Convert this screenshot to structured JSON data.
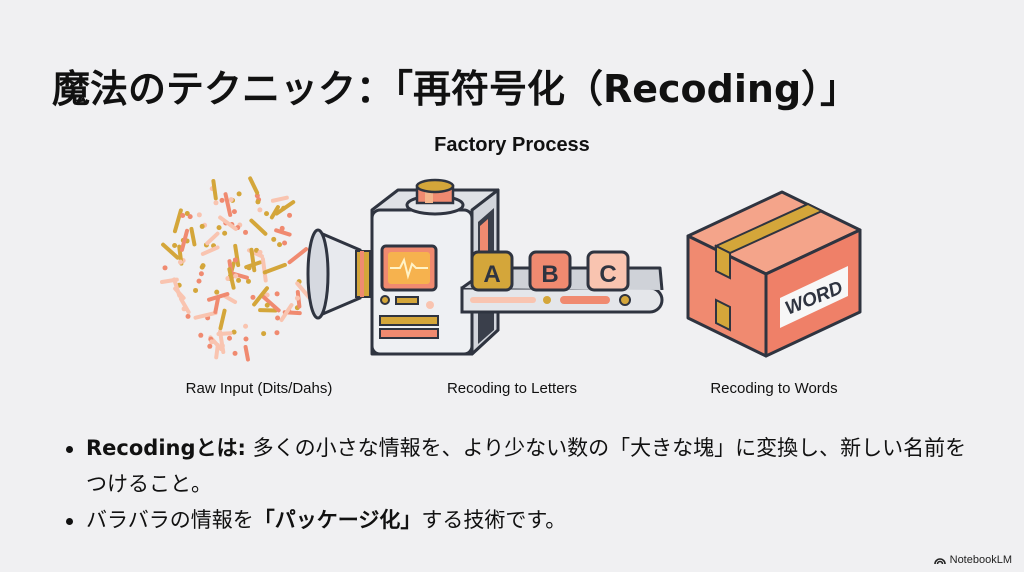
{
  "slide": {
    "title": "魔法のテクニック：「再符号化（Recoding）」",
    "diagram_title": "Factory Process",
    "stages": [
      {
        "label": "Raw Input (Dits/Dahs)"
      },
      {
        "label": "Recoding to Letters"
      },
      {
        "label": "Recoding to Words"
      }
    ],
    "letters": [
      "A",
      "B",
      "C"
    ],
    "box_label": "WORD",
    "bullets": [
      {
        "bold": "Recodingとは:",
        "text": " 多くの小さな情報を、より少ない数の「大きな塊」に変換し、新しい名前をつけること。"
      },
      {
        "pre": "バラバラの情報を",
        "bold": "「パッケージ化」",
        "post": "する技術です。"
      }
    ],
    "brand": "NotebookLM"
  },
  "colors": {
    "background": "#f0f0f2",
    "gold": "#d4a63a",
    "salmon": "#f08a70",
    "peach": "#f9c4b0",
    "outline": "#2f3440",
    "metal": "#e4e6ea"
  }
}
